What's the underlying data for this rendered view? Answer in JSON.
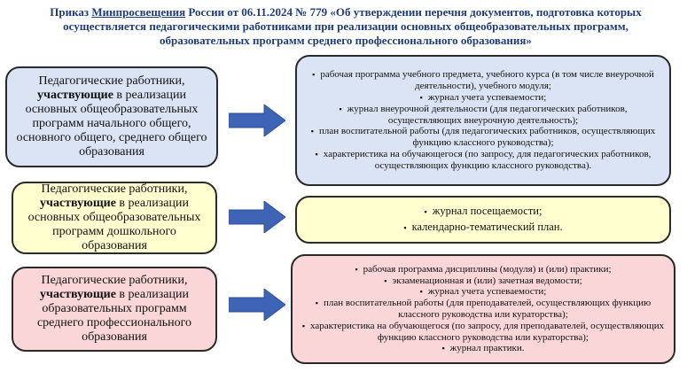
{
  "title": {
    "prefix": "Приказ ",
    "link": "Минпросвещения",
    "rest": " России от 06.11.2024 № 779 «Об утверждении перечня документов, подготовка которых осуществляется педагогическими работниками при реализации основных общеобразовательных программ, образовательных программ среднего профессионального образования»"
  },
  "groups": [
    {
      "left": {
        "pre": "Педагогические работники, ",
        "bold": "участвующие",
        "post": " в реализации основных общеобразовательных программ начального общего, основного общего, среднего общего образования"
      },
      "items": [
        "рабочая программа учебного предмета, учебного курса (в том числе внеурочной деятельности), учебного модуля;",
        "журнал учета успеваемости;",
        "журнал внеурочной деятельности (для педагогических работников, осуществляющих внеурочную деятельность);",
        "план воспитательной работы (для педагогических работников, осуществляющих функцию классного руководства);",
        "характеристика на обучающегося (по запросу, для педагогических работников, осуществляющих функцию классного руководства)."
      ]
    },
    {
      "left": {
        "pre": "Педагогические работники, ",
        "bold": "участвующие",
        "post": " в реализации основных общеобразовательных программ дошкольного образования"
      },
      "items": [
        "журнал посещаемости;",
        "календарно-тематический план."
      ]
    },
    {
      "left": {
        "pre": "Педагогические работники, ",
        "bold": "участвующие",
        "post": " в реализации образовательных программ среднего профессионального образования"
      },
      "items": [
        "рабочая программа дисциплины (модуля) и (или) практики;",
        "экзаменационная и (или) зачетная ведомости;",
        "журнал учета успеваемости;",
        "план воспитательной работы (для преподавателей, осуществляющих функцию классного руководства или кураторства);",
        "характеристика на обучающегося (по запросу, для преподавателей, осуществляющих функцию классного руководства или кураторства);",
        "журнал практики."
      ]
    }
  ],
  "colors": {
    "title": "#1f3d7a",
    "arrow": "#3f63b5",
    "blue_fill": "#dbe4f4",
    "yellow_fill": "#ffffd0",
    "pink_fill": "#fad6d8"
  }
}
